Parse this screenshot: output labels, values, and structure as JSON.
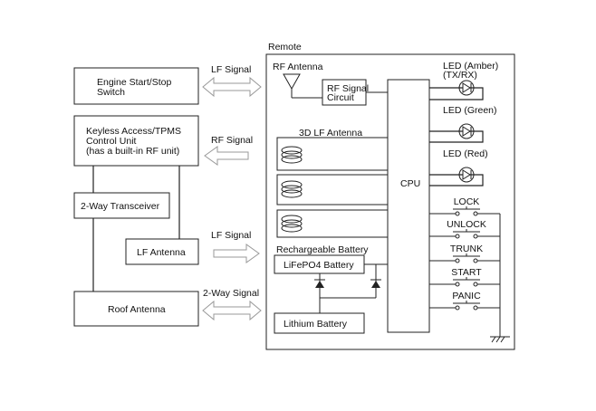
{
  "remote": {
    "title": "Remote",
    "rf_antenna": "RF Antenna",
    "rf_signal_circuit_1": "RF Signal",
    "rf_signal_circuit_2": "Circuit",
    "lf_antenna_3d": "3D LF Antenna",
    "rechargeable_battery": "Rechargeable Battery",
    "lifepo4_battery": "LiFePO4 Battery",
    "lithium_battery": "Lithium Battery",
    "cpu": "CPU",
    "led_amber_1": "LED (Amber)",
    "led_amber_2": "(TX/RX)",
    "led_green": "LED (Green)",
    "led_red": "LED (Red)",
    "switches": [
      "LOCK",
      "UNLOCK",
      "TRUNK",
      "START",
      "PANIC"
    ]
  },
  "vehicle": {
    "engine_switch_1": "Engine Start/Stop",
    "engine_switch_2": "Switch",
    "keyless_1": "Keyless Access/TPMS",
    "keyless_2": "Control Unit",
    "keyless_3": "(has a built-in RF unit)",
    "transceiver": "2-Way Transceiver",
    "lf_antenna": "LF Antenna",
    "roof_antenna": "Roof Antenna"
  },
  "signals": {
    "lf_signal_top": "LF Signal",
    "rf_signal": "RF Signal",
    "lf_signal_mid": "LF Signal",
    "two_way_signal": "2-Way Signal"
  }
}
